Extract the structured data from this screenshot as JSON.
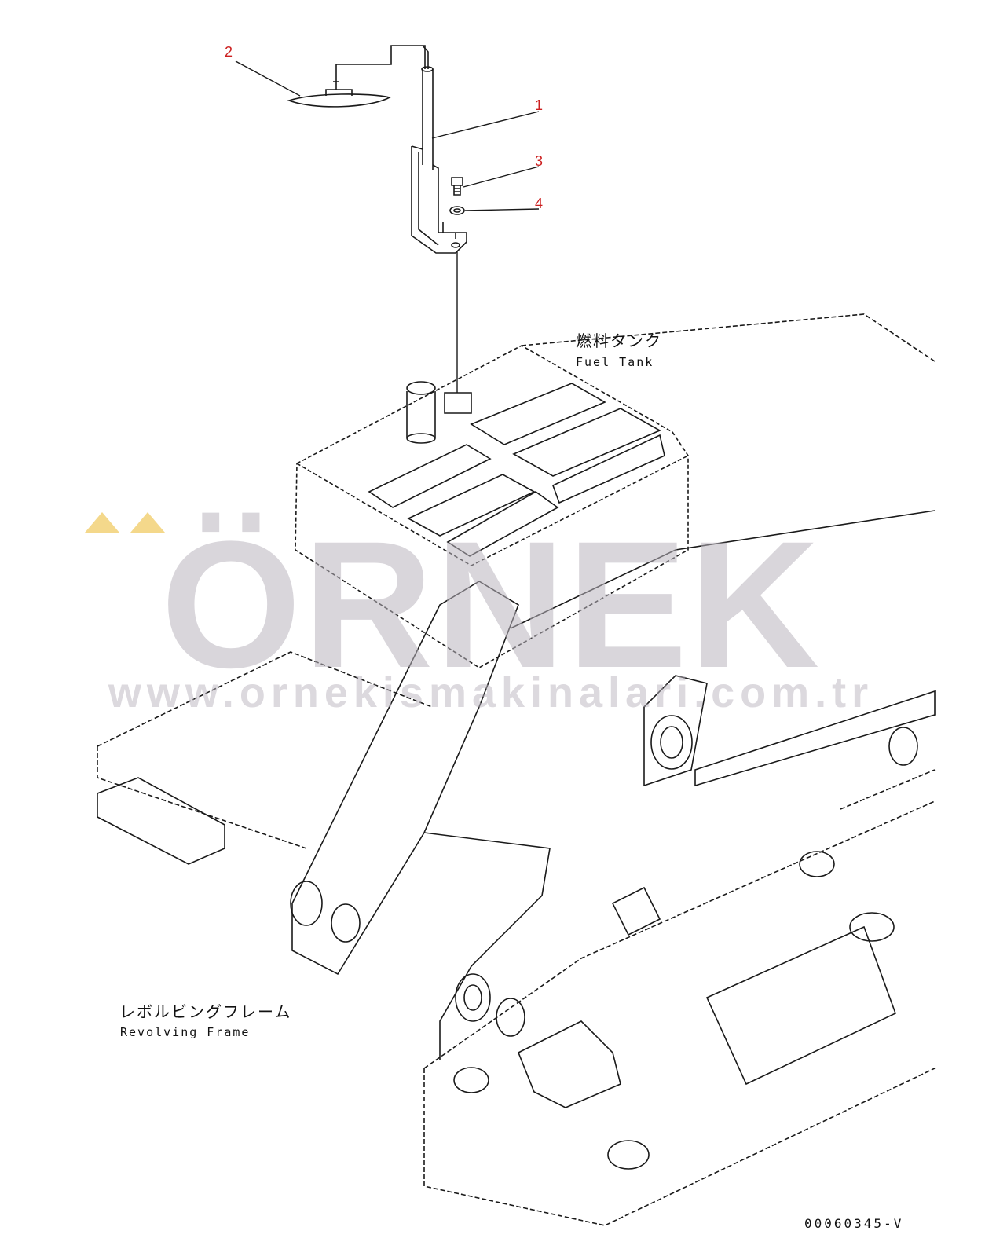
{
  "callouts": [
    "1",
    "2",
    "3",
    "4"
  ],
  "labels": {
    "fuel_tank_ja": "燃料タンク",
    "fuel_tank_en": "Fuel Tank",
    "revolving_frame_ja": "レボルビングフレーム",
    "revolving_frame_en": "Revolving Frame"
  },
  "drawing_number": "00060345-V",
  "watermark": {
    "brand": "ÖRNEK",
    "url": "www.ornekismakinalari.com.tr"
  },
  "colors": {
    "callout": "#cc1f1f",
    "line": "#1a1a1a",
    "watermark": "#b9b4be",
    "watermark_accent": "#f0c85a"
  }
}
